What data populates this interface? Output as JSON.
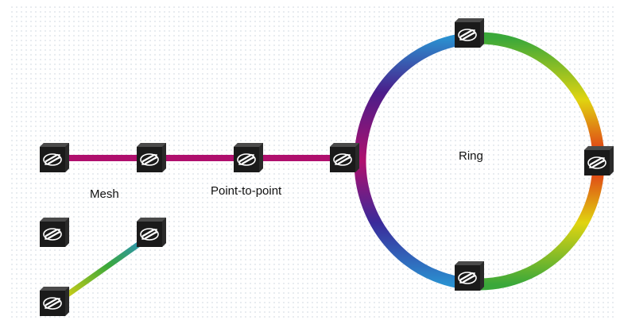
{
  "labels": {
    "mesh": "Mesh",
    "point_to_point": "Point-to-point",
    "ring": "Ring"
  },
  "topologies": [
    "mesh",
    "point-to-point",
    "ring"
  ],
  "nodes": {
    "mesh_count": 5,
    "point_to_point_count": 1,
    "ring_count": 4
  },
  "colors": {
    "background_dots": "#d8dee6",
    "magenta": "#b0106e",
    "purple": "#4a1d8a",
    "blue": "#2a8fd0",
    "green": "#3aa83a",
    "yellow": "#e0d410",
    "orange": "#f08a1a",
    "red": "#e02418",
    "node_body": "#1a1a1a",
    "node_glyph": "#ffffff"
  },
  "icons": {
    "node": "network-switch-icon"
  }
}
